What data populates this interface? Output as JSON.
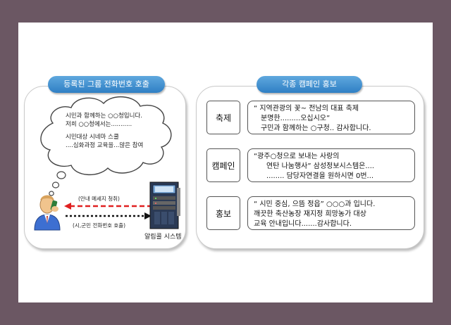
{
  "left_panel": {
    "title": "등록된 그룹 전화번호 호출",
    "cloud_lines": [
      "시민과 함께하는 ○○청입니다.",
      "저희 ○○청에서는...........",
      "시민대상 시네마 스쿨",
      "....심화과정 교육을...많은 참여"
    ],
    "arrow_top_label": "(안내 메세지 청취)",
    "arrow_bottom_label": "(시,군민 전화번호 호출)",
    "system_label": "알림콜 시스템",
    "colors": {
      "arrow_top": "#e02020",
      "arrow_bottom": "#111111"
    }
  },
  "right_panel": {
    "title": "각종 캠페인 홍보",
    "rows": [
      {
        "category": "축제",
        "lines": [
          "“ 지역관광의 꽃~ 전남의 대표 축제",
          "분명한.........오십시오”",
          "구민과 함께하는 ○구청.. 감사합니다."
        ]
      },
      {
        "category": "캠페인",
        "lines": [
          "“광주○청으로 보내는 사랑의",
          "연탄 나눔행사” 삼성정보시스템은....",
          "........ 담당자연결을 원하시면 0번..."
        ]
      },
      {
        "category": "홍보",
        "lines": [
          "“ 시민 중심, 으뜸 정읍”  ○○○과 입니다.",
          "깨끗한 축산농장 재지정 희망농가  대상",
          "교육 안내입니다.......감사합니다."
        ]
      }
    ]
  },
  "colors": {
    "pill": "#3b8bd0",
    "background": "#6b5763"
  }
}
